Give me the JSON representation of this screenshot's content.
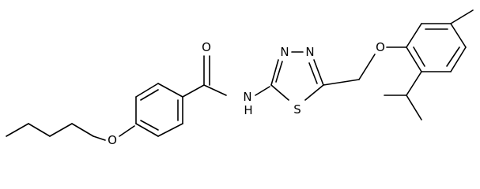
{
  "molecule": {
    "atoms": [
      {
        "id": "O_carbonyl",
        "label": "O"
      },
      {
        "id": "N_amide",
        "label": "N",
        "h_label": "H"
      },
      {
        "id": "N_ring_left",
        "label": "N"
      },
      {
        "id": "N_ring_right",
        "label": "N"
      },
      {
        "id": "S_ring",
        "label": "S"
      },
      {
        "id": "O_ether_right",
        "label": "O"
      },
      {
        "id": "O_ether_left",
        "label": "O"
      }
    ]
  }
}
